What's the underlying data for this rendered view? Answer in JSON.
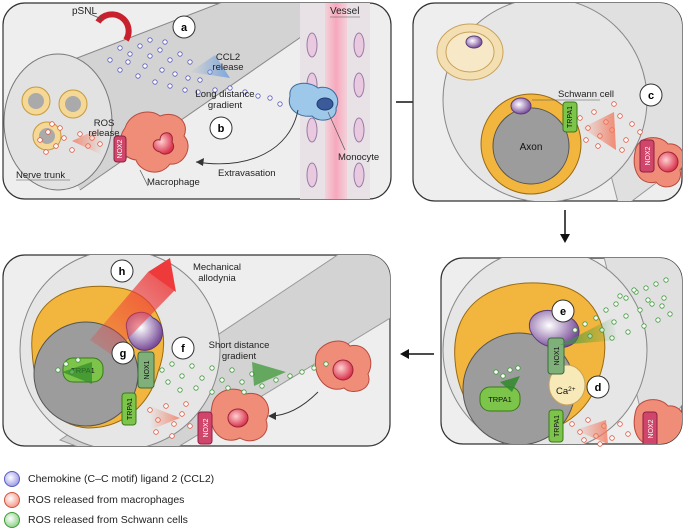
{
  "panels": {
    "a": {
      "letter": "a",
      "pSNL": "pSNL",
      "vessel": "Vessel",
      "ccl2_release_1": "CCL2",
      "ccl2_release_2": "release",
      "gradient_1": "Long distance",
      "gradient_2": "gradient",
      "monocyte": "Monocyte",
      "extravasation": "Extravasation",
      "nerve_trunk": "Nerve trunk"
    },
    "b": {
      "letter": "b",
      "ros_release_1": "ROS",
      "ros_release_2": "release",
      "macrophage": "Macrophage",
      "nox2": "NOX2"
    },
    "c": {
      "letter": "c",
      "schwann_cell": "Schwann cell",
      "trpa1": "TRPA1",
      "axon": "Axon",
      "nox2": "NOX2"
    },
    "de": {
      "letter_e": "e",
      "letter_d": "d",
      "nox1": "NOX1",
      "trpa1_inner": "TRPA1",
      "trpa1_membrane": "TRPA1",
      "calcium": "Ca",
      "calcium_sup": "2+",
      "nox2": "NOX2"
    },
    "fgh": {
      "letter_h": "h",
      "letter_g": "g",
      "letter_f": "f",
      "allodynia_1": "Mechanical",
      "allodynia_2": "allodynia",
      "gradient_1": "Short distance",
      "gradient_2": "gradient",
      "trpa1_inner": "TRPA1",
      "nox1": "NOX1",
      "trpa1_membrane": "TRPA1",
      "nox2": "NOX2"
    }
  },
  "legend": [
    {
      "label": "Chemokine (C–C motif) ligand 2 (CCL2)",
      "color": "#8f8ee8"
    },
    {
      "label": "ROS released from macrophages",
      "color": "#f59a86"
    },
    {
      "label": "ROS released from Schwann cells",
      "color": "#86d27e"
    }
  ],
  "colors": {
    "panel_bg": "#eeeeee",
    "nerve": "#d8d8d8",
    "schwann": "#f2b53d",
    "axon": "#9c9c9c",
    "trpa1": "#7cc44a",
    "nox": "#d0456a",
    "macrophage": "#f08d78",
    "monocyte": "#9ec8ea"
  }
}
